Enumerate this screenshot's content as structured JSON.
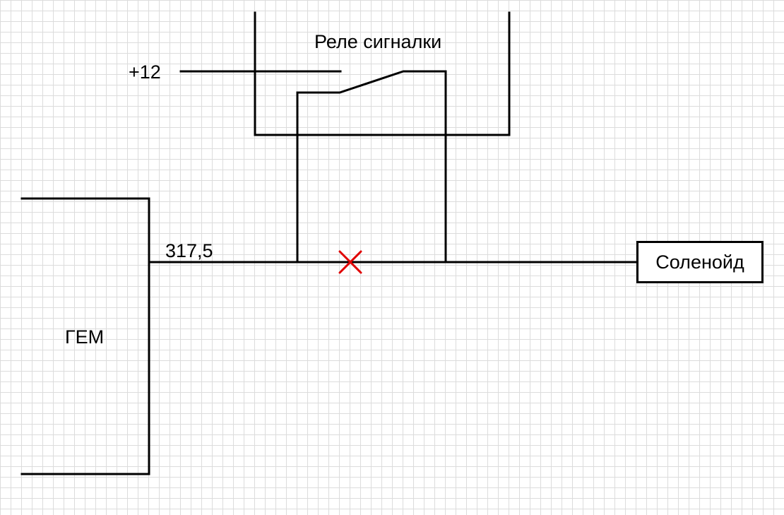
{
  "labels": {
    "relay": "Реле сигналки",
    "supply": "+12",
    "wire_number": "317,5",
    "gem": "ГЕМ",
    "solenoid": "Соленойд"
  },
  "markers": {
    "cut_mark_color": "#e00000"
  }
}
